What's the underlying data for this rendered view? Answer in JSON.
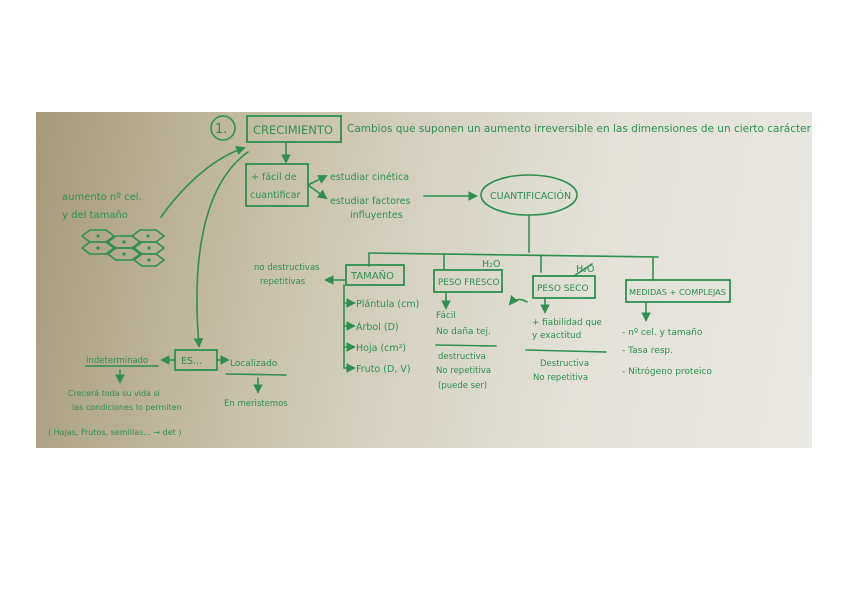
{
  "colors": {
    "ink": "#2f8f52",
    "paper_left": "#a69a7a",
    "paper_right": "#e9e8e2",
    "page": "#ffffff"
  },
  "header": {
    "number": "1.",
    "title": "CRECIMIENTO",
    "definition": "Cambios que suponen un aumento irreversible en las dimensiones de un cierto carácter"
  },
  "left_note": {
    "line1": "aumento nº cel.",
    "line2": "y del tamaño",
    "icon": "cell-cluster-icon"
  },
  "easy_box": {
    "line1": "+ fácil de",
    "line2": "cuantificar",
    "branches": [
      "estudiar cinética",
      "estudiar factores",
      "influyentes"
    ]
  },
  "quantification": {
    "label": "CUANTIFICACIÓN"
  },
  "categories": [
    {
      "label": "TAMAÑO",
      "side_note": [
        "no destructivas",
        "repetitivas"
      ],
      "items": [
        "Plántula (cm)",
        "Árbol (D)",
        "Hoja (cm²)",
        "Fruto (D, V)"
      ]
    },
    {
      "label": "PESO FRESCO",
      "tag": "H₂O",
      "pros": [
        "Fácil",
        "No daña tej."
      ],
      "cons": [
        "destructiva",
        "No repetitiva",
        "(puede ser)"
      ]
    },
    {
      "label": "PESO SECO",
      "tag": "H₂O",
      "tag_struck": true,
      "pros": [
        "+ fiabilidad que",
        "y exactitud"
      ],
      "cons": [
        "Destructiva",
        "No repetitiva"
      ]
    },
    {
      "label": "MEDIDAS + COMPLEJAS",
      "items": [
        "- nº cel. y tamaño",
        "- Tasa resp.",
        "- Nitrógeno proteico"
      ]
    }
  ],
  "es_box": {
    "label": "ES...",
    "left": {
      "label": "Indeterminado",
      "desc": [
        "Crecerá toda su vida si",
        "las condiciones lo permiten"
      ]
    },
    "right": {
      "label": "Localizado",
      "desc": [
        "En meristemos"
      ]
    },
    "footnote": "( Hojas, Frutos, semillas... → det )"
  }
}
